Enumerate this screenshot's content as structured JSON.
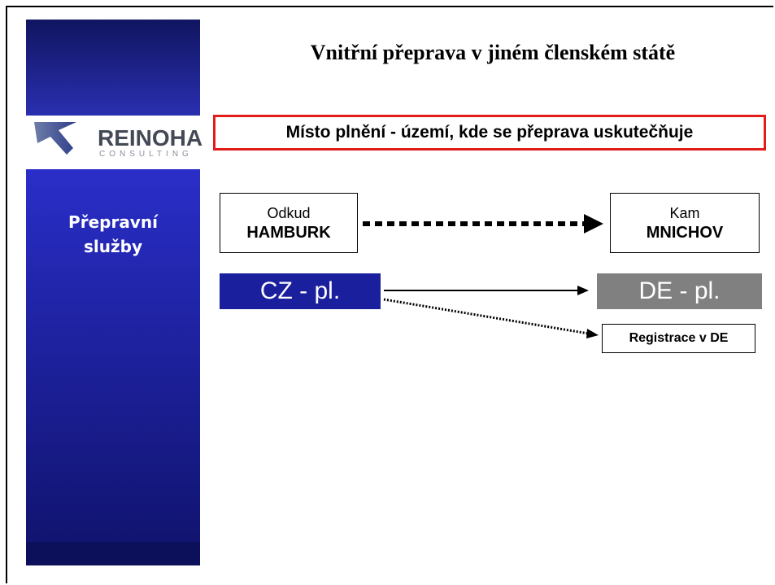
{
  "slide": {
    "title": "Vnitřní přeprava v jiném členském státě",
    "highlight": "Místo plnění - území, kde se přeprava uskutečňuje"
  },
  "logo": {
    "name": "REINOHA",
    "tagline": "CONSULTING"
  },
  "sidebar": {
    "section_line1": "Přepravní",
    "section_line2": "služby"
  },
  "diagram": {
    "from_label": "Odkud",
    "from_city": "HAMBURK",
    "to_label": "Kam",
    "to_city": "MNICHOV",
    "cz_tax": "CZ - pl.",
    "de_tax": "DE - pl.",
    "registration": "Registrace v DE"
  },
  "colors": {
    "sidebar_blue": "#1e22a0",
    "cz_box": "#1a1f9e",
    "de_box": "#808080",
    "highlight_border": "#e21b1b"
  }
}
